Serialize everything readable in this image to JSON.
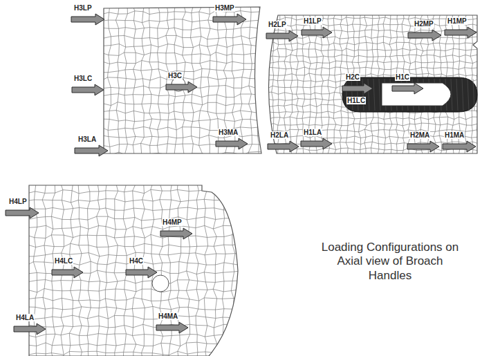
{
  "diagram": {
    "caption": "Loading Configurations on Axial view of Broach Handles",
    "labels": [
      "H3LP",
      "H3MP",
      "H2LP",
      "H1LP",
      "H2MP",
      "H1MP",
      "H3LC",
      "H3C",
      "H2C",
      "H1C",
      "H1LC",
      "H3LA",
      "H3MA",
      "H2LA",
      "H1LA",
      "H2MA",
      "H1MA",
      "H4LP",
      "H4MP",
      "H4LC",
      "H4C",
      "H4LA",
      "H4MA"
    ]
  }
}
